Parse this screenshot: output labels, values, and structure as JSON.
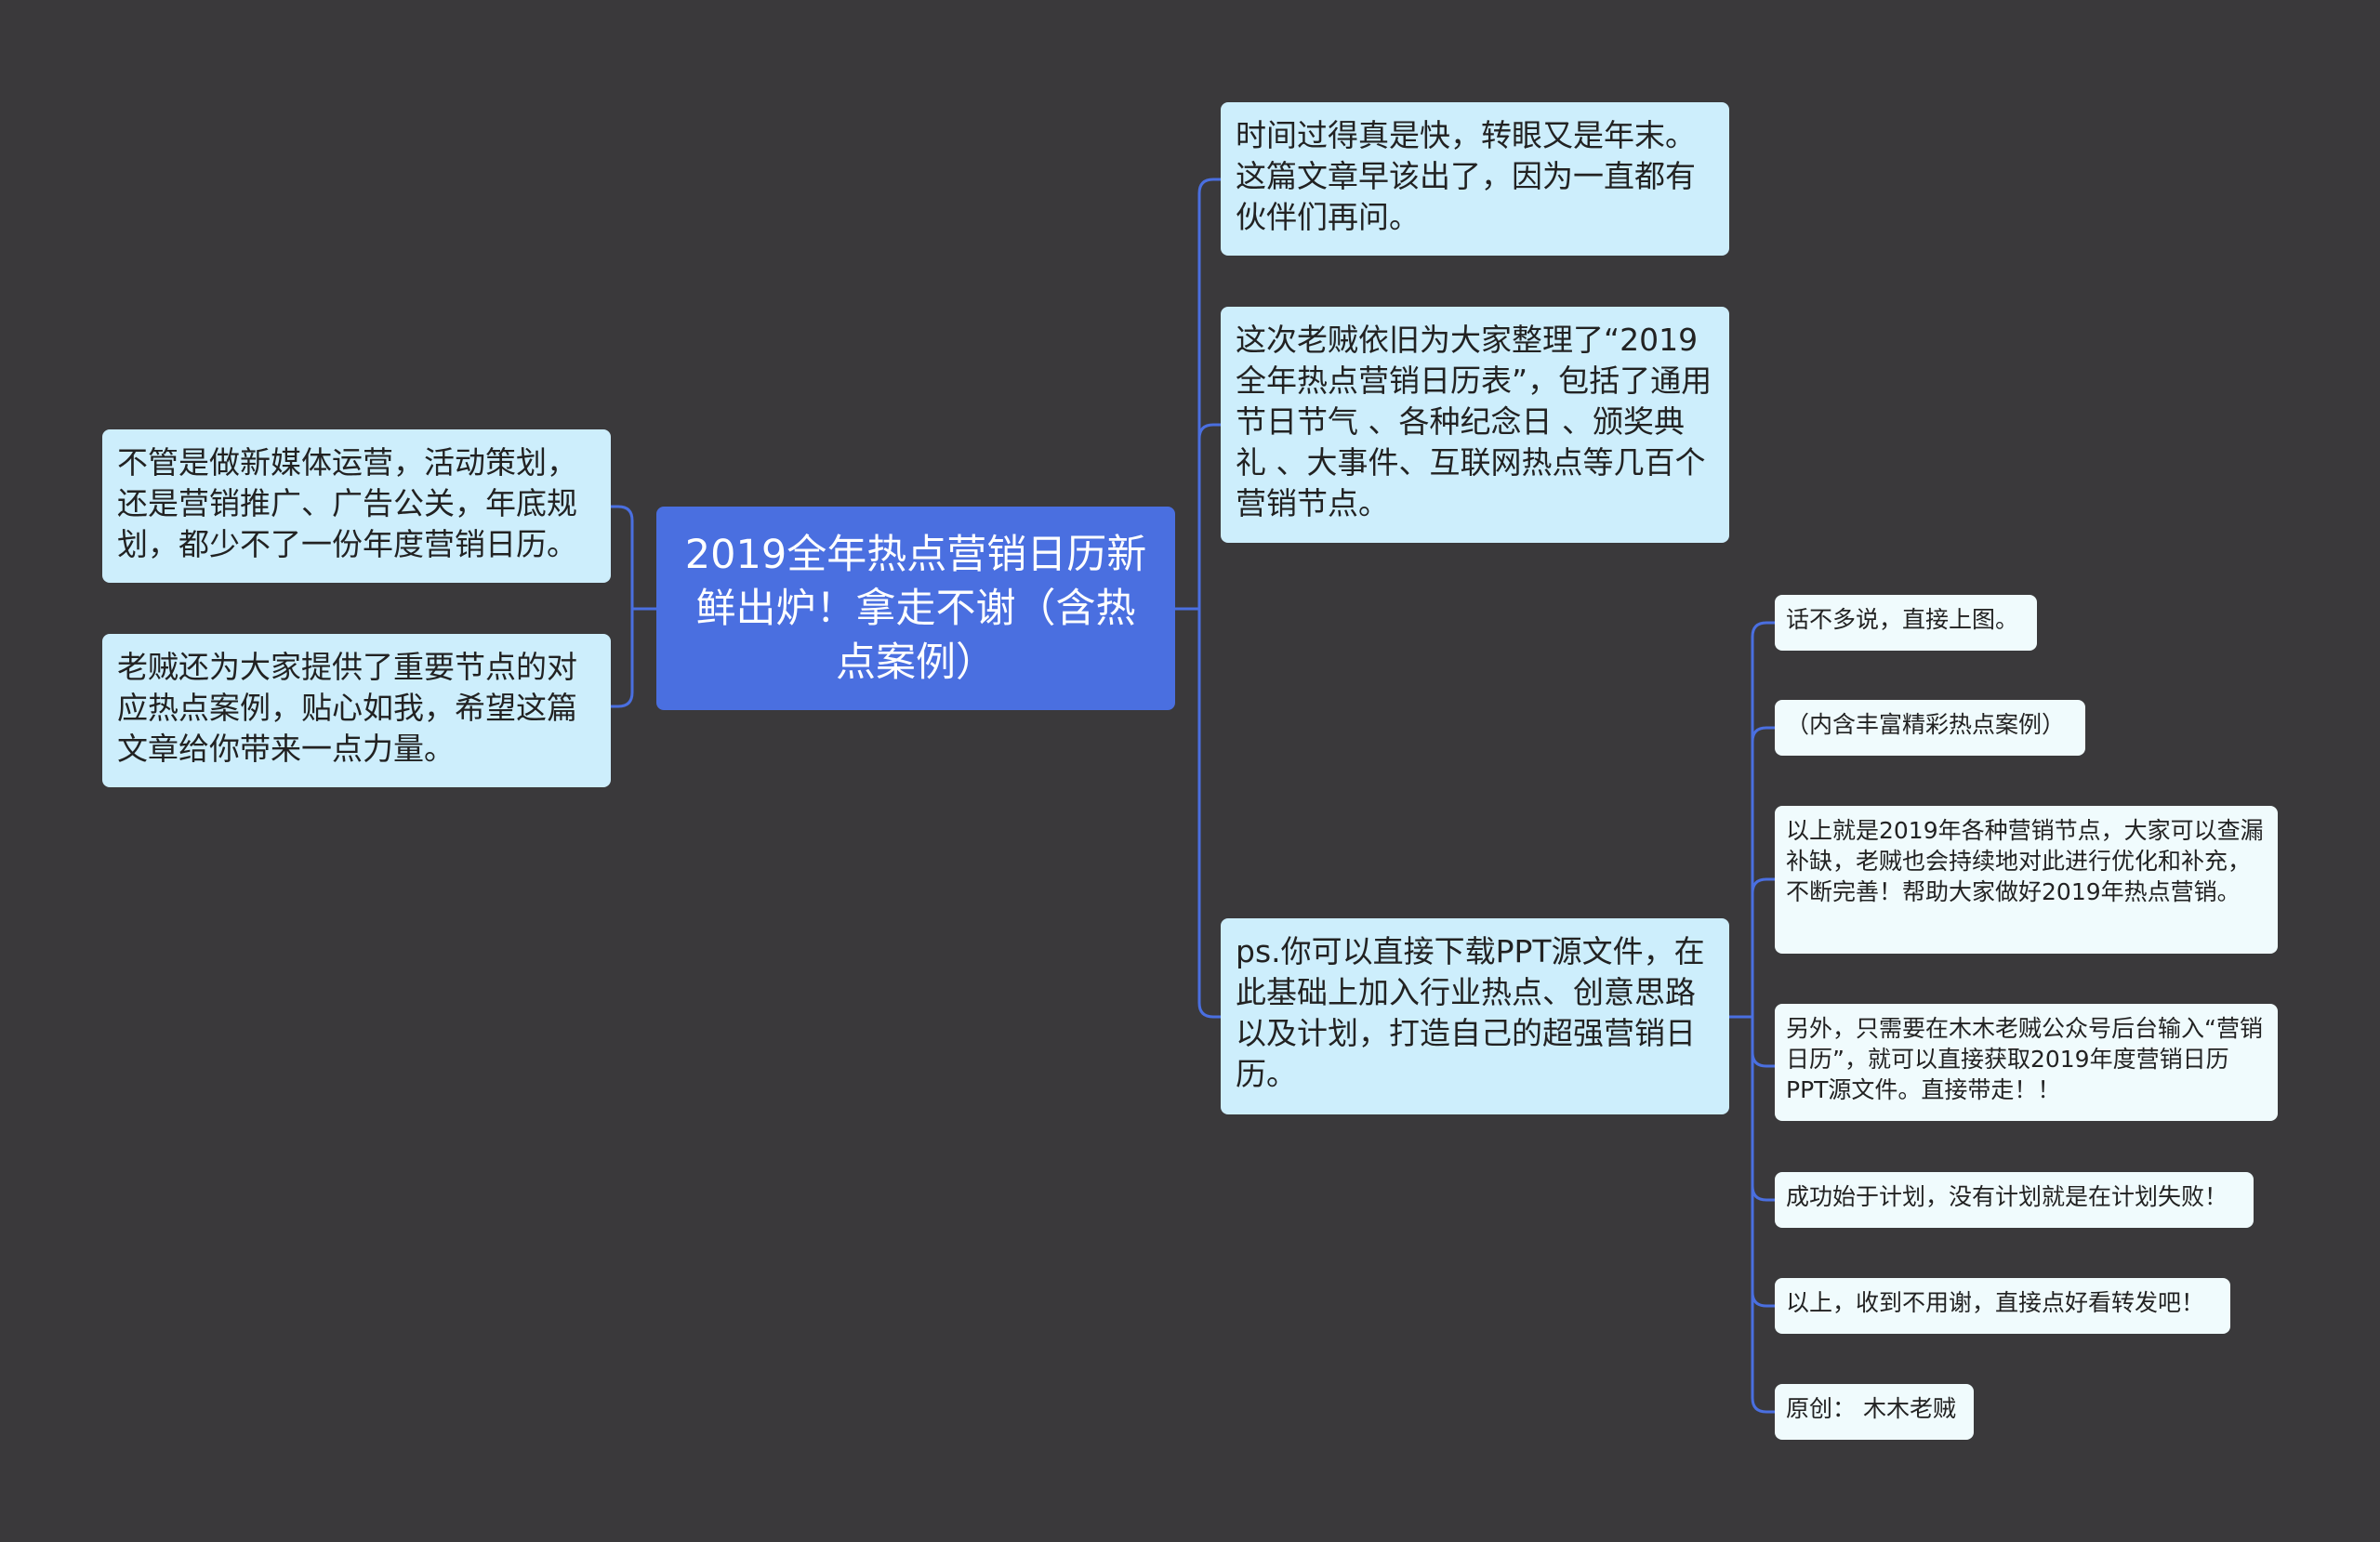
{
  "central": {
    "text": "2019全年热点营销日历新鲜出炉！拿走不谢（含热点案例）"
  },
  "left_branches": [
    {
      "text": "不管是做新媒体运营，活动策划，还是营销推广、广告公关，年底规划，都少不了一份年度营销日历。"
    },
    {
      "text": "老贼还为大家提供了重要节点的对应热点案例，贴心如我，希望这篇文章给你带来一点力量。"
    }
  ],
  "right_branches": [
    {
      "text": "时间过得真是快，转眼又是年末。这篇文章早该出了，因为一直都有伙伴们再问。"
    },
    {
      "text": "这次老贼依旧为大家整理了“2019全年热点营销日历表”，包括了通用节日节气 、各种纪念日 、颁奖典礼 、大事件、互联网热点等几百个营销节点。"
    },
    {
      "text": "ps.你可以直接下载PPT源文件，在此基础上加入行业热点、创意思路以及计划，打造自己的超强营销日历。"
    }
  ],
  "sub_branches": [
    {
      "text": "话不多说，直接上图。"
    },
    {
      "text": "（内含丰富精彩热点案例）"
    },
    {
      "text": "以上就是2019年各种营销节点，大家可以查漏补缺，老贼也会持续地对此进行优化和补充，不断完善！帮助大家做好2019年热点营销。"
    },
    {
      "text": "另外，只需要在木木老贼公众号后台输入“营销日历”，就可以直接获取2019年度营销日历PPT源文件。直接带走！！"
    },
    {
      "text": "成功始于计划，没有计划就是在计划失败！"
    },
    {
      "text": "以上，收到不用谢，直接点好看转发吧！"
    },
    {
      "text": "原创： 木木老贼"
    }
  ],
  "colors": {
    "background": "#3a393b",
    "central": "#4a6fe0",
    "branch": "#cdeefc",
    "sub_branch": "#f0fbfd",
    "connector": "#4a6fe0"
  }
}
